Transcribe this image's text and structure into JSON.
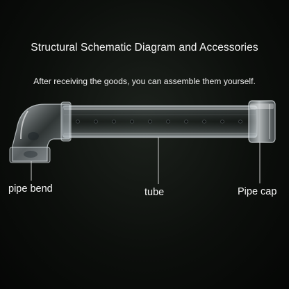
{
  "header": {
    "title": "Structural Schematic Diagram and Accessories",
    "subtitle": "After receiving the goods, you can assemble them yourself."
  },
  "parts": {
    "bend": {
      "label": "pipe bend"
    },
    "tube": {
      "label": "tube",
      "hole_count": 10
    },
    "cap": {
      "label": "Pipe cap"
    }
  },
  "colors": {
    "background": "#0c0f0c",
    "text": "#f2f2f2",
    "glass": "#c8d0d4",
    "leader_line": "#cfcfcf"
  }
}
